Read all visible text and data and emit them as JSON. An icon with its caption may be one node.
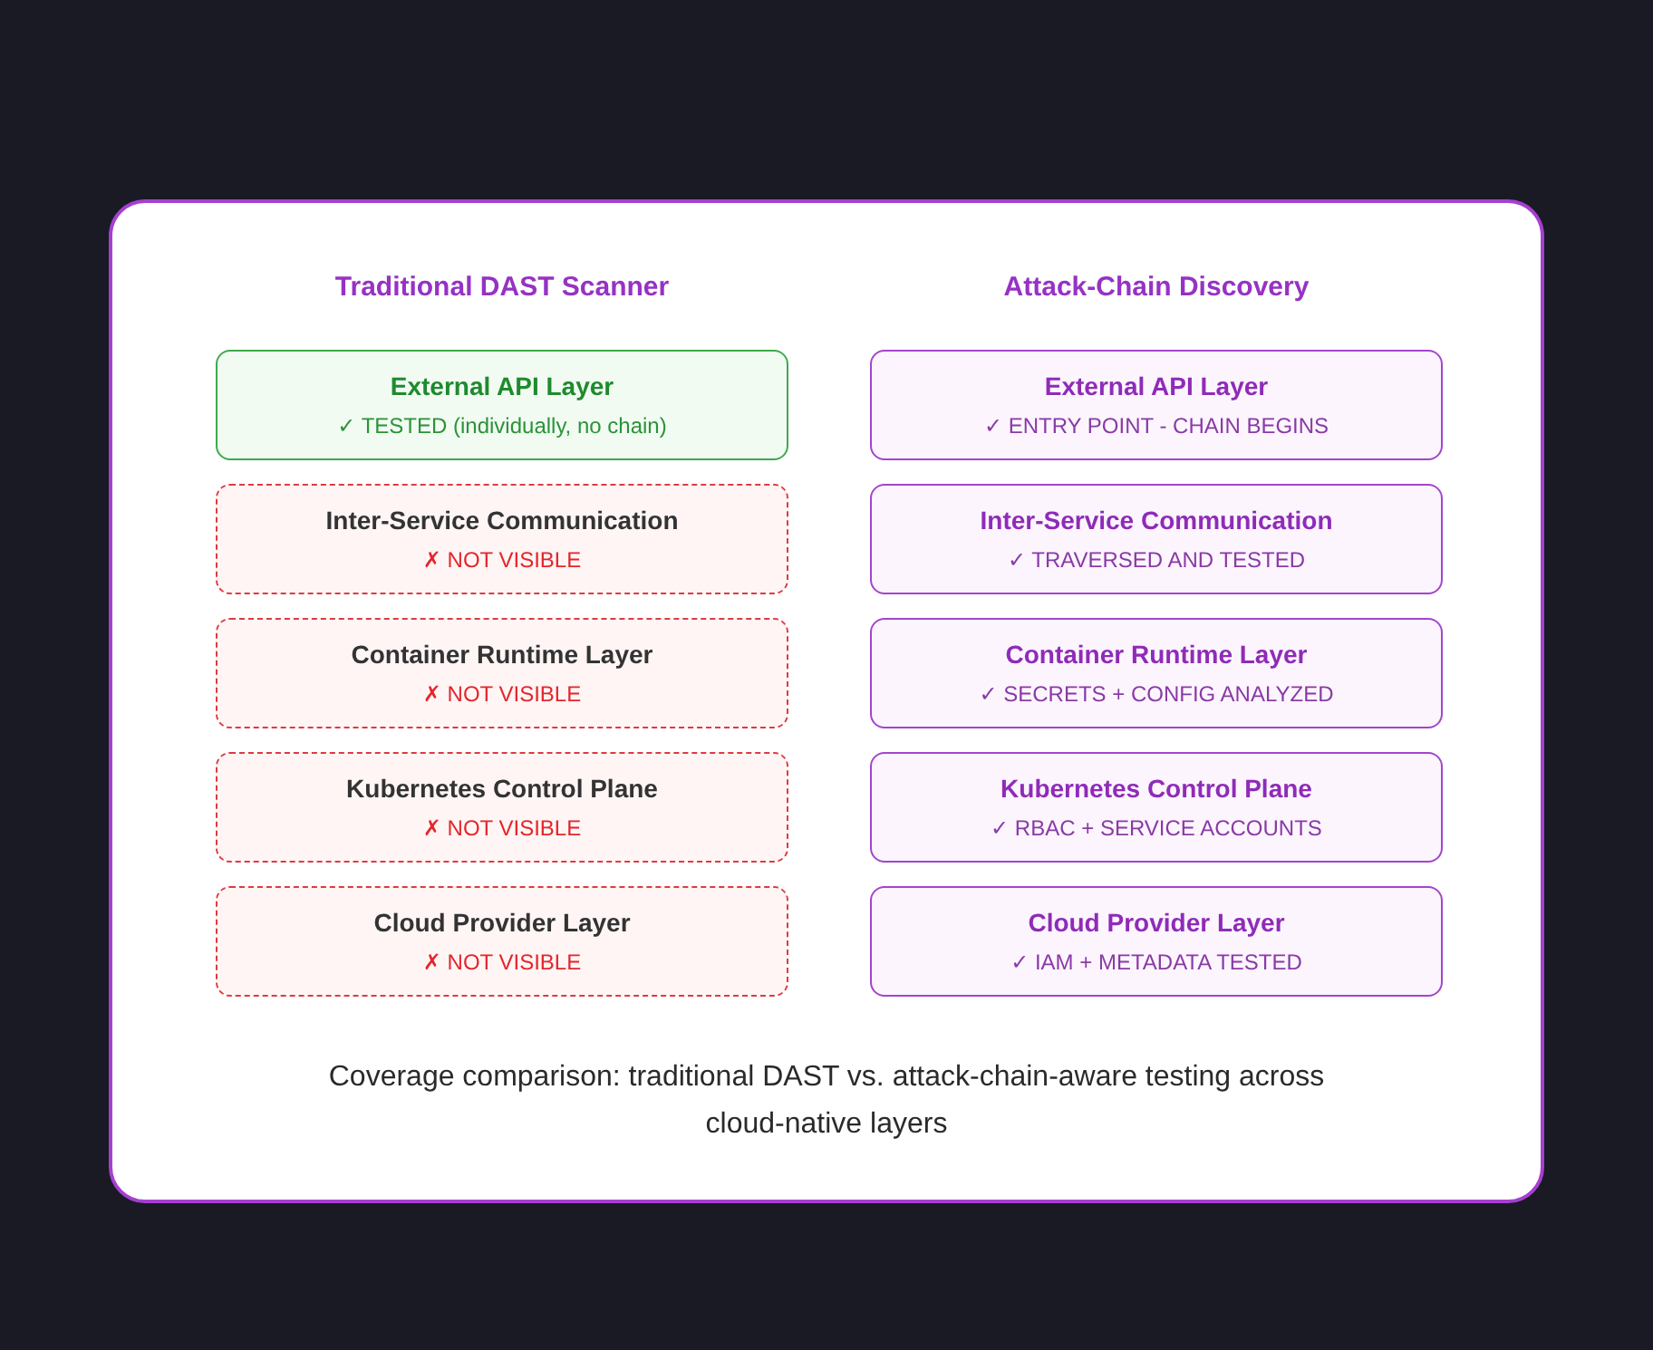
{
  "diagram": {
    "caption": "Coverage comparison: traditional DAST vs. attack-chain-aware testing across cloud-native layers",
    "nodes": [
      {
        "text": [
          "External API Layer",
          "✓ TESTED (individually, no chain)"
        ]
      },
      {
        "text": [
          "Inter-Service Communication",
          "✗ NOT VISIBLE"
        ]
      },
      {
        "text": [
          "Container Runtime Layer",
          "✗ NOT VISIBLE"
        ]
      },
      {
        "text": [
          "Kubernetes Control Plane",
          "✗ NOT VISIBLE"
        ]
      },
      {
        "text": [
          "Cloud Provider Layer",
          "✗ NOT VISIBLE"
        ]
      },
      {
        "text": [
          "External API Layer",
          "✓ ENTRY POINT - CHAIN BEGINS"
        ]
      },
      {
        "text": [
          "Inter-Service Communication",
          "✓ TRAVERSED AND TESTED"
        ]
      },
      {
        "text": [
          "Container Runtime Layer",
          "✓ SECRETS + CONFIG ANALYZED"
        ]
      },
      {
        "text": [
          "Kubernetes Control Plane",
          "✓ RBAC + SERVICE ACCOUNTS"
        ]
      },
      {
        "text": [
          "Cloud Provider Layer",
          "✓ IAM + METADATA TESTED"
        ]
      }
    ],
    "labels": [
      "Traditional DAST Scanner",
      "Attack-Chain Discovery"
    ]
  }
}
